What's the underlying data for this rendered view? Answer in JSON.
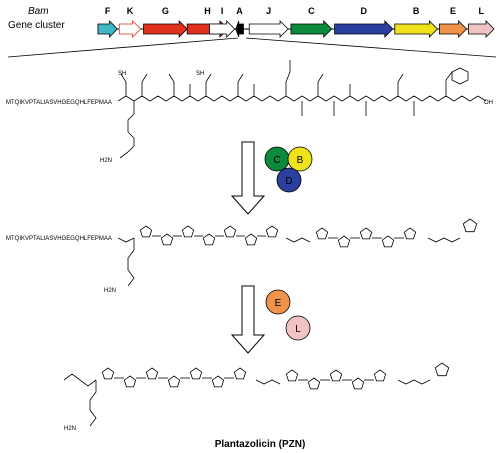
{
  "cluster": {
    "name_line1": "Bam",
    "name_line2": "Gene cluster",
    "genes": [
      {
        "label": "F",
        "color": "#3fb7c4"
      },
      {
        "label": "K",
        "color": "#ffffff"
      },
      {
        "label": "G",
        "color": "#e0301e"
      },
      {
        "label": "H",
        "color": "#e0301e"
      },
      {
        "label": "I",
        "color": "#ffffff"
      },
      {
        "label": "A",
        "color": "#000000"
      },
      {
        "label": "J",
        "color": "#ffffff"
      },
      {
        "label": "C",
        "color": "#0a8a3a"
      },
      {
        "label": "D",
        "color": "#2a3f9e"
      },
      {
        "label": "B",
        "color": "#f0e21a"
      },
      {
        "label": "E",
        "color": "#f0934a"
      },
      {
        "label": "L",
        "color": "#f2c3c3"
      }
    ]
  },
  "peptide": {
    "leader_sequence": "MTQIKVPTALIASVHGEGQHLFEPMAA",
    "amine_label": "H2N",
    "acid_label": "OH"
  },
  "enzymes_step1": [
    {
      "label": "C",
      "color": "#0a8a3a"
    },
    {
      "label": "B",
      "color": "#f0e21a"
    },
    {
      "label": "D",
      "color": "#2a3f9e"
    }
  ],
  "enzymes_step2": [
    {
      "label": "E",
      "color": "#f0934a"
    },
    {
      "label": "L",
      "color": "#f2c3c3"
    }
  ],
  "product": {
    "name": "Plantazolicin (PZN)"
  }
}
